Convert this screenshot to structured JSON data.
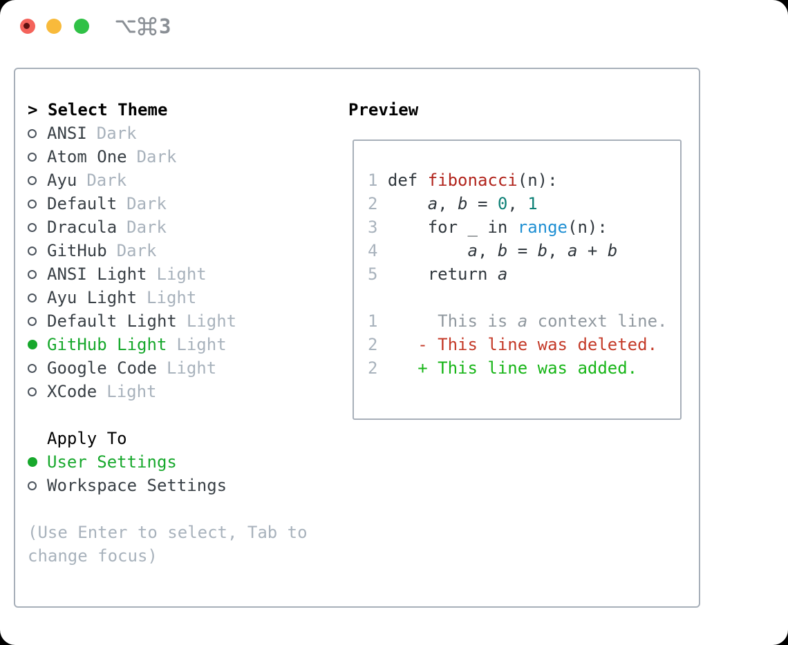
{
  "window": {
    "shortcut_key": "3",
    "traffic_lights": [
      "close",
      "minimize",
      "zoom"
    ]
  },
  "colors": {
    "selection_green": "#17a82c",
    "added_green": "#17b517",
    "deleted_red": "#c43a28",
    "function_red": "#b1241c",
    "number_teal": "#0e8076",
    "call_blue": "#2090d3",
    "muted_gray": "#a8b2bc",
    "border_gray": "#a7afb9",
    "text_dark": "#30373d"
  },
  "theme_panel": {
    "header": {
      "prompt": ">",
      "label": "Select Theme"
    },
    "themes": [
      {
        "name": "ANSI",
        "tag": "Dark",
        "selected": false
      },
      {
        "name": "Atom One",
        "tag": "Dark",
        "selected": false
      },
      {
        "name": "Ayu",
        "tag": "Dark",
        "selected": false
      },
      {
        "name": "Default",
        "tag": "Dark",
        "selected": false
      },
      {
        "name": "Dracula",
        "tag": "Dark",
        "selected": false
      },
      {
        "name": "GitHub",
        "tag": "Dark",
        "selected": false
      },
      {
        "name": "ANSI Light",
        "tag": "Light",
        "selected": false
      },
      {
        "name": "Ayu Light",
        "tag": "Light",
        "selected": false
      },
      {
        "name": "Default Light",
        "tag": "Light",
        "selected": false
      },
      {
        "name": "GitHub Light",
        "tag": "Light",
        "selected": true
      },
      {
        "name": "Google Code",
        "tag": "Light",
        "selected": false
      },
      {
        "name": "XCode",
        "tag": "Light",
        "selected": false
      }
    ],
    "apply_to": {
      "label": "Apply To",
      "options": [
        {
          "name": "User Settings",
          "selected": true
        },
        {
          "name": "Workspace Settings",
          "selected": false
        }
      ]
    },
    "hint": "(Use Enter to select, Tab to change focus)"
  },
  "preview": {
    "label": "Preview",
    "code_lines": [
      {
        "kind": "source",
        "segments": [
          {
            "t": "1 ",
            "s": "ln"
          },
          {
            "t": "def ",
            "s": "code"
          },
          {
            "t": "fibonacci",
            "s": "fn"
          },
          {
            "t": "(n):",
            "s": "code"
          }
        ]
      },
      {
        "kind": "source",
        "segments": [
          {
            "t": "2 ",
            "s": "ln"
          },
          {
            "t": "    ",
            "s": "code"
          },
          {
            "t": "a",
            "s": "var"
          },
          {
            "t": ", ",
            "s": "code"
          },
          {
            "t": "b",
            "s": "var"
          },
          {
            "t": " = ",
            "s": "code"
          },
          {
            "t": "0",
            "s": "num"
          },
          {
            "t": ", ",
            "s": "code"
          },
          {
            "t": "1",
            "s": "num"
          }
        ]
      },
      {
        "kind": "source",
        "segments": [
          {
            "t": "3 ",
            "s": "ln"
          },
          {
            "t": "    for _ in ",
            "s": "code"
          },
          {
            "t": "range",
            "s": "call"
          },
          {
            "t": "(n):",
            "s": "code"
          }
        ]
      },
      {
        "kind": "source",
        "segments": [
          {
            "t": "4 ",
            "s": "ln"
          },
          {
            "t": "        ",
            "s": "code"
          },
          {
            "t": "a",
            "s": "var"
          },
          {
            "t": ", ",
            "s": "code"
          },
          {
            "t": "b",
            "s": "var"
          },
          {
            "t": " = ",
            "s": "code"
          },
          {
            "t": "b",
            "s": "var"
          },
          {
            "t": ", ",
            "s": "code"
          },
          {
            "t": "a",
            "s": "var"
          },
          {
            "t": " + ",
            "s": "code"
          },
          {
            "t": "b",
            "s": "var"
          }
        ]
      },
      {
        "kind": "source",
        "segments": [
          {
            "t": "5 ",
            "s": "ln"
          },
          {
            "t": "    return ",
            "s": "code"
          },
          {
            "t": "a",
            "s": "var"
          }
        ]
      },
      {
        "kind": "blank",
        "segments": []
      },
      {
        "kind": "context",
        "segments": [
          {
            "t": "1",
            "s": "ln"
          },
          {
            "t": "      This is ",
            "s": "ctx"
          },
          {
            "t": "a",
            "s": "ctxv"
          },
          {
            "t": " context line.",
            "s": "ctx"
          }
        ]
      },
      {
        "kind": "deleted",
        "segments": [
          {
            "t": "2",
            "s": "ln"
          },
          {
            "t": "    ",
            "s": "code"
          },
          {
            "t": "- This line was deleted.",
            "s": "del"
          }
        ]
      },
      {
        "kind": "added",
        "segments": [
          {
            "t": "2",
            "s": "ln"
          },
          {
            "t": "    ",
            "s": "code"
          },
          {
            "t": "+ This line was added.",
            "s": "add"
          }
        ]
      }
    ]
  }
}
